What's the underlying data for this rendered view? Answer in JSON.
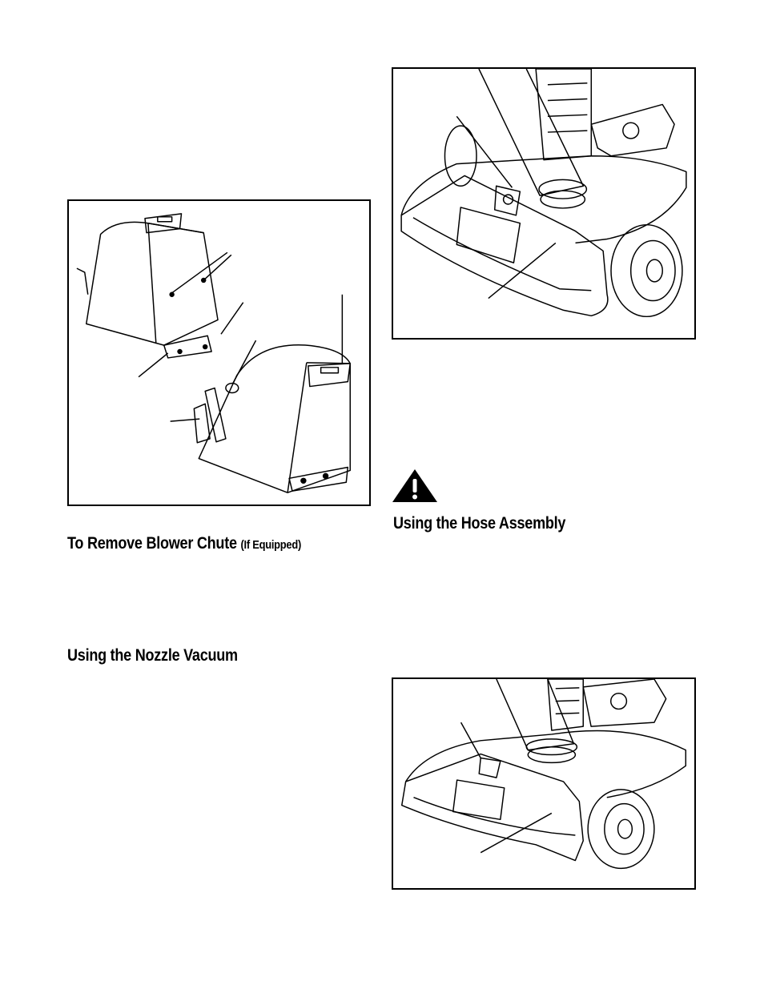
{
  "headings": {
    "remove_chute": "To Remove Blower Chute",
    "remove_chute_note": "(If Equipped)",
    "nozzle_vacuum": "Using the Nozzle Vacuum",
    "hose_assembly": "Using the Hose Assembly"
  },
  "icons": {
    "warning": "warning-triangle-icon"
  },
  "colors": {
    "line": "#000000",
    "background": "#ffffff"
  }
}
